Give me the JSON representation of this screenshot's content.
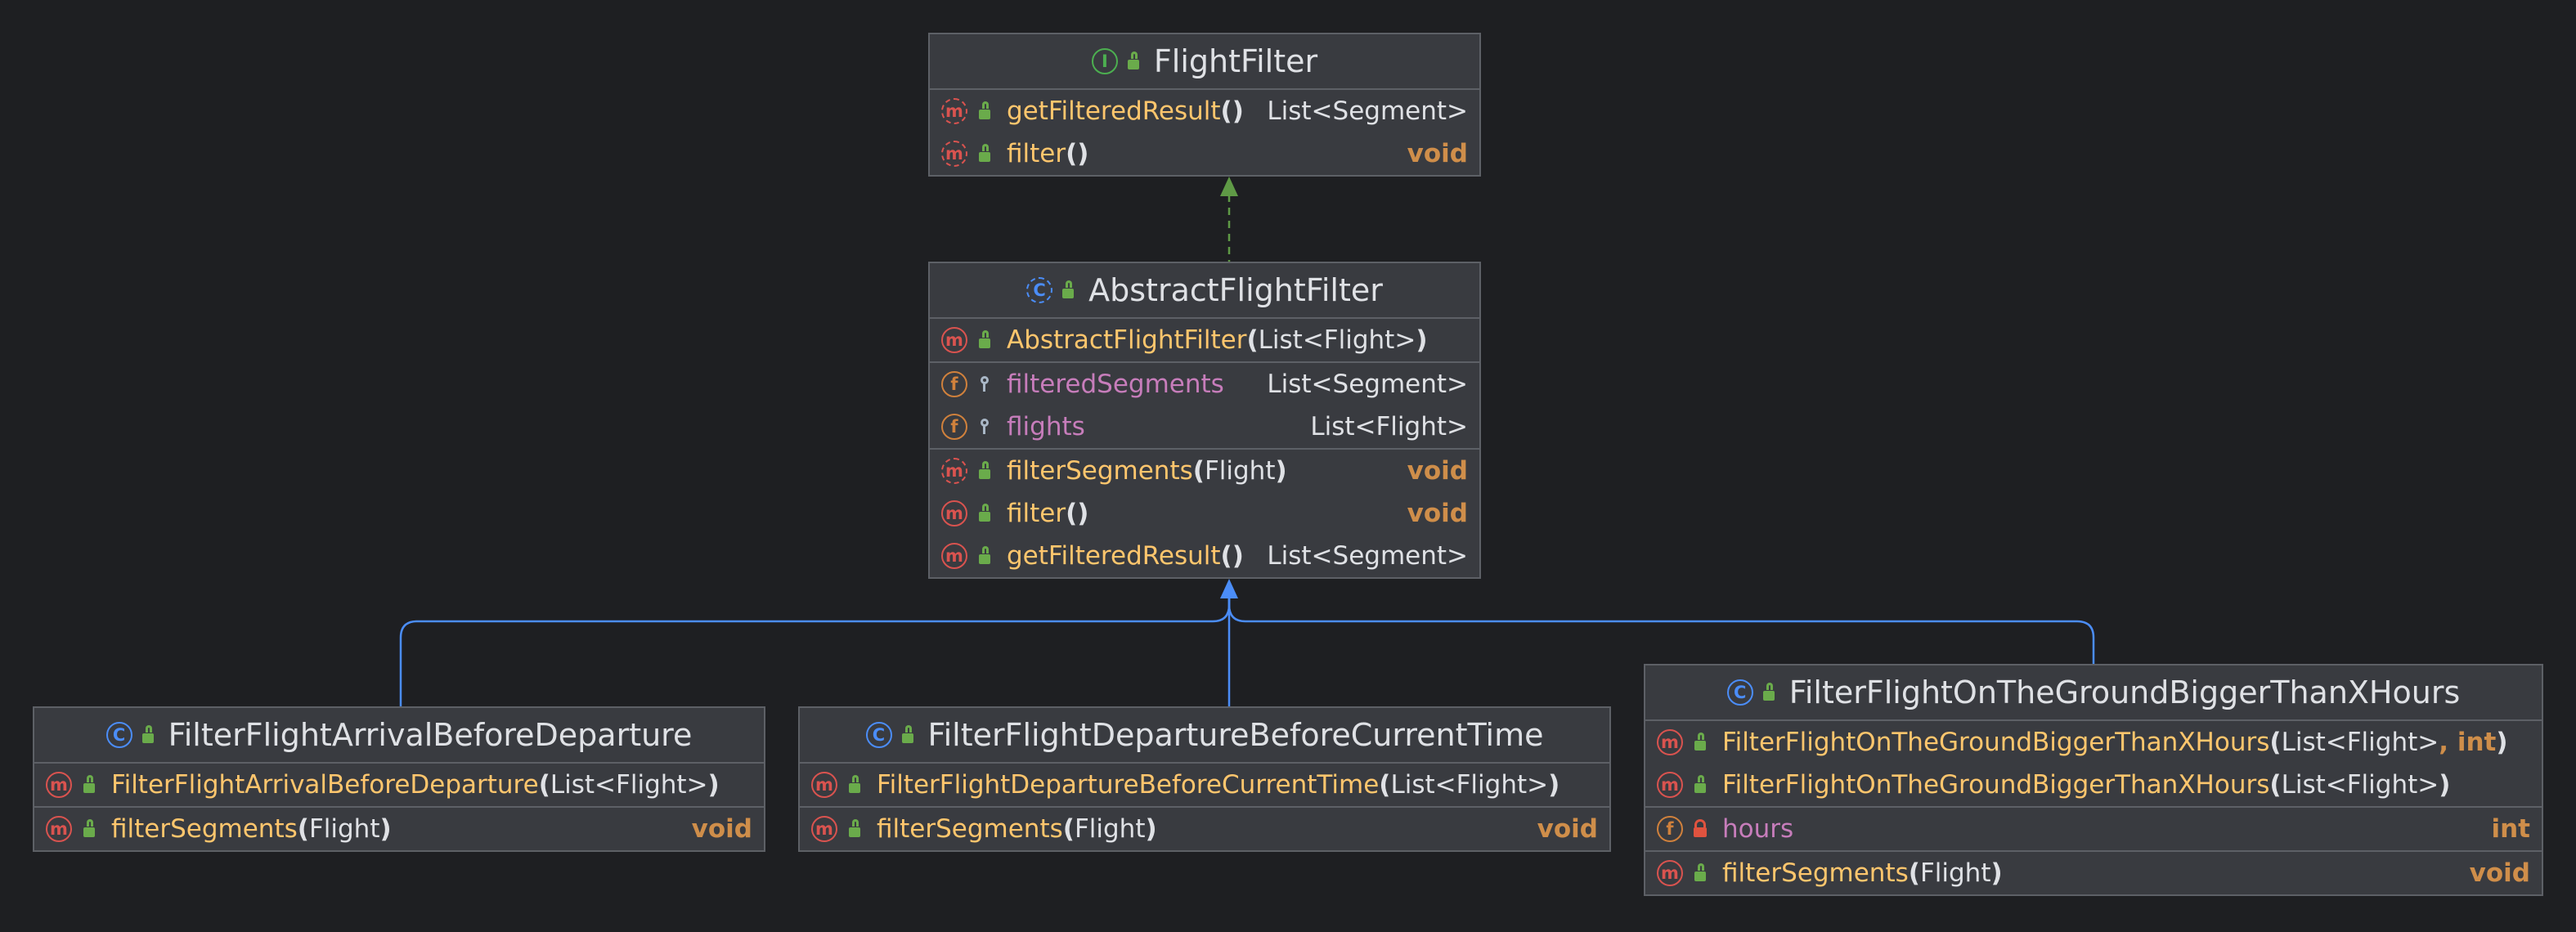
{
  "diagram": {
    "classes": [
      {
        "id": "FlightFilter",
        "kind": "interface",
        "kind_icon": "interface-icon",
        "kind_letter": "I",
        "visibility": "public",
        "name": "FlightFilter",
        "sections": [
          {
            "members": [
              {
                "icon": "method-icon",
                "abstract": true,
                "visibility": "public",
                "name": "getFilteredResult",
                "params_open": " (",
                "params": "",
                "params_close": ")",
                "ret": "List<Segment>",
                "ret_kw": false
              },
              {
                "icon": "method-icon",
                "abstract": true,
                "visibility": "public",
                "name": "filter",
                "params_open": "(",
                "params": "",
                "params_close": ")",
                "ret": "void",
                "ret_kw": true
              }
            ]
          }
        ]
      },
      {
        "id": "AbstractFlightFilter",
        "kind": "abstract-class",
        "kind_icon": "abstract-class-icon",
        "kind_letter": "C",
        "visibility": "public",
        "name": "AbstractFlightFilter",
        "sections": [
          {
            "members": [
              {
                "icon": "method-icon",
                "abstract": false,
                "visibility": "public",
                "name": "AbstractFlightFilter",
                "params_open": "(",
                "params": "List<Flight>",
                "params_close": ")",
                "ret": "",
                "ret_kw": false
              }
            ]
          },
          {
            "members": [
              {
                "icon": "field-icon",
                "abstract": false,
                "visibility": "package",
                "name": "filteredSegments",
                "field": true,
                "ret": "List<Segment>",
                "ret_kw": false
              },
              {
                "icon": "field-icon",
                "abstract": false,
                "visibility": "package",
                "name": "flights",
                "field": true,
                "ret": "List<Flight>",
                "ret_kw": false
              }
            ]
          },
          {
            "members": [
              {
                "icon": "method-icon",
                "abstract": true,
                "visibility": "public",
                "name": "filterSegments",
                "params_open": " (",
                "params": "Flight",
                "params_close": ")",
                "ret": "void",
                "ret_kw": true
              },
              {
                "icon": "method-icon",
                "abstract": false,
                "visibility": "public",
                "name": "filter",
                "params_open": "(",
                "params": "",
                "params_close": ")",
                "ret": "void",
                "ret_kw": true
              },
              {
                "icon": "method-icon",
                "abstract": false,
                "visibility": "public",
                "name": "getFilteredResult",
                "params_open": " (",
                "params": "",
                "params_close": ")",
                "ret": "List<Segment>",
                "ret_kw": false
              }
            ]
          }
        ]
      },
      {
        "id": "FilterFlightArrivalBeforeDeparture",
        "kind": "class",
        "kind_icon": "class-icon",
        "kind_letter": "C",
        "visibility": "public",
        "name": "FilterFlightArrivalBeforeDeparture",
        "sections": [
          {
            "members": [
              {
                "icon": "method-icon",
                "abstract": false,
                "visibility": "public",
                "name": "FilterFlightArrivalBeforeDeparture",
                "params_open": "  (",
                "params": "List<Flight>",
                "params_close": ")",
                "ret": "",
                "ret_kw": false
              }
            ]
          },
          {
            "members": [
              {
                "icon": "method-icon",
                "abstract": false,
                "visibility": "public",
                "name": "filterSegments",
                "params_open": " (",
                "params": "Flight",
                "params_close": ")",
                "ret": "void",
                "ret_kw": true
              }
            ]
          }
        ]
      },
      {
        "id": "FilterFlightDepartureBeforeCurrentTime",
        "kind": "class",
        "kind_icon": "class-icon",
        "kind_letter": "C",
        "visibility": "public",
        "name": "FilterFlightDepartureBeforeCurrentTime",
        "sections": [
          {
            "members": [
              {
                "icon": "method-icon",
                "abstract": false,
                "visibility": "public",
                "name": "FilterFlightDepartureBeforeCurrentTime",
                "params_open": "  (",
                "params": "List<Flight>",
                "params_close": ")",
                "ret": "",
                "ret_kw": false
              }
            ]
          },
          {
            "members": [
              {
                "icon": "method-icon",
                "abstract": false,
                "visibility": "public",
                "name": "filterSegments",
                "params_open": " (",
                "params": "Flight",
                "params_close": ")",
                "ret": "void",
                "ret_kw": true
              }
            ]
          }
        ]
      },
      {
        "id": "FilterFlightOnTheGroundBiggerThanXHours",
        "kind": "class",
        "kind_icon": "class-icon",
        "kind_letter": "C",
        "visibility": "public",
        "name": "FilterFlightOnTheGroundBiggerThanXHours",
        "sections": [
          {
            "members": [
              {
                "icon": "method-icon",
                "abstract": false,
                "visibility": "public",
                "name": "FilterFlightOnTheGroundBiggerThanXHours",
                "params_open": "  (",
                "params": "List<Flight>",
                "params_extra": ", int",
                "params_close": ")",
                "ret": "",
                "ret_kw": false
              },
              {
                "icon": "method-icon",
                "abstract": false,
                "visibility": "public",
                "name": "FilterFlightOnTheGroundBiggerThanXHours",
                "params_open": "  (",
                "params": "List<Flight>",
                "params_close": ")",
                "ret": "",
                "ret_kw": false
              }
            ]
          },
          {
            "members": [
              {
                "icon": "field-icon",
                "abstract": false,
                "visibility": "private",
                "name": "hours",
                "field": true,
                "ret": "int",
                "ret_kw": true
              }
            ]
          },
          {
            "members": [
              {
                "icon": "method-icon",
                "abstract": false,
                "visibility": "public",
                "name": "filterSegments",
                "params_open": " (",
                "params": "Flight",
                "params_close": ")",
                "ret": "void",
                "ret_kw": true
              }
            ]
          }
        ]
      }
    ],
    "relations": [
      {
        "type": "realization",
        "from": "AbstractFlightFilter",
        "to": "FlightFilter",
        "color": "#5f9a46"
      },
      {
        "type": "inheritance",
        "from": "FilterFlightArrivalBeforeDeparture",
        "to": "AbstractFlightFilter",
        "color": "#4b8df8"
      },
      {
        "type": "inheritance",
        "from": "FilterFlightDepartureBeforeCurrentTime",
        "to": "AbstractFlightFilter",
        "color": "#4b8df8"
      },
      {
        "type": "inheritance",
        "from": "FilterFlightOnTheGroundBiggerThanXHours",
        "to": "AbstractFlightFilter",
        "color": "#4b8df8"
      }
    ]
  },
  "colors": {
    "background": "#1e1f22",
    "box": "#393b40",
    "border": "#5d6066",
    "method_name": "#ffc66d",
    "field_name": "#c77dbb",
    "keyword": "#cf8e4a",
    "text": "#dfe1e5"
  }
}
